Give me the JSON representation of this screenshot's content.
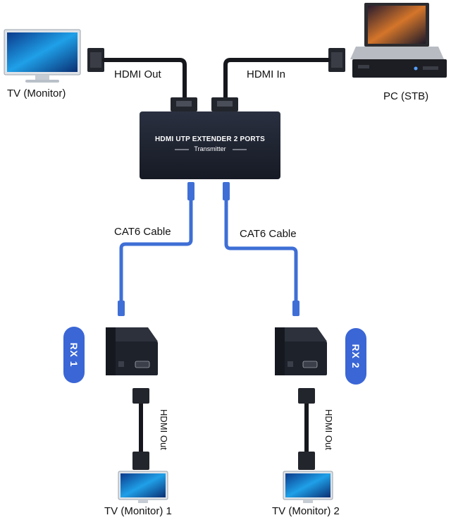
{
  "devices": {
    "tv_monitor": "TV (Monitor)",
    "pc_stb": "PC (STB)",
    "tv_monitor_1": "TV (Monitor) 1",
    "tv_monitor_2": "TV (Monitor) 2"
  },
  "cables": {
    "hdmi_out_top": "HDMI Out",
    "hdmi_in_top": "HDMI In",
    "cat6_left": "CAT6 Cable",
    "cat6_right": "CAT6 Cable",
    "hdmi_out_rx1": "HDMI Out",
    "hdmi_out_rx2": "HDMI Out"
  },
  "transmitter": {
    "title": "HDMI UTP EXTENDER 2 PORTS",
    "subtitle": "Transmitter"
  },
  "receivers": {
    "rx1_label": "RX 1",
    "rx2_label": "RX 2"
  },
  "colors": {
    "cat6_blue": "#3f6fd6",
    "badge_blue": "#3a66d6",
    "device_dark": "#1f2430"
  }
}
